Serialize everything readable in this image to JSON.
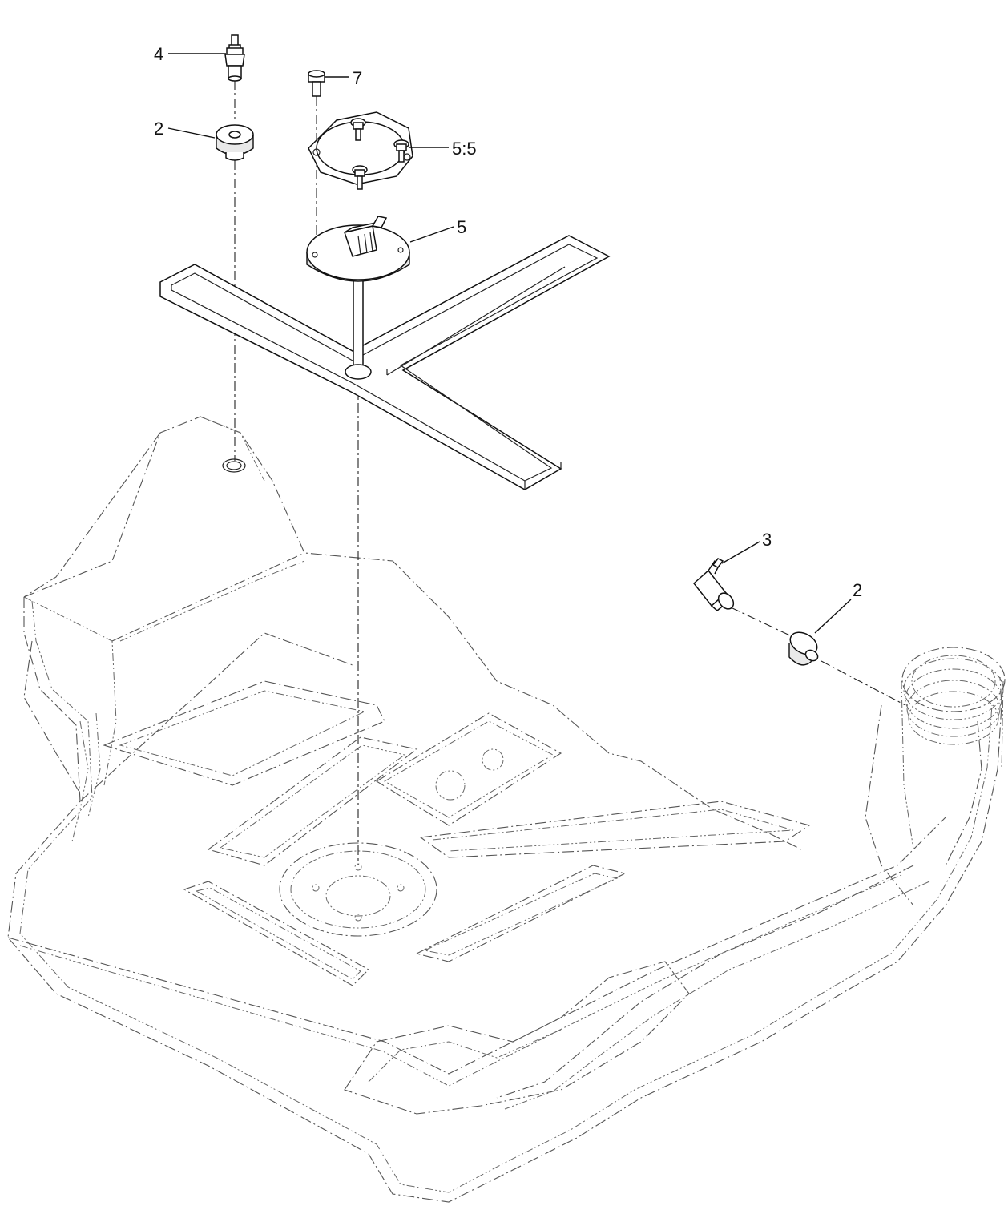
{
  "callouts": {
    "c4": "4",
    "c2_top": "2",
    "c7": "7",
    "c5_5": "5:5",
    "c5": "5",
    "c3": "3",
    "c2_right": "2"
  }
}
